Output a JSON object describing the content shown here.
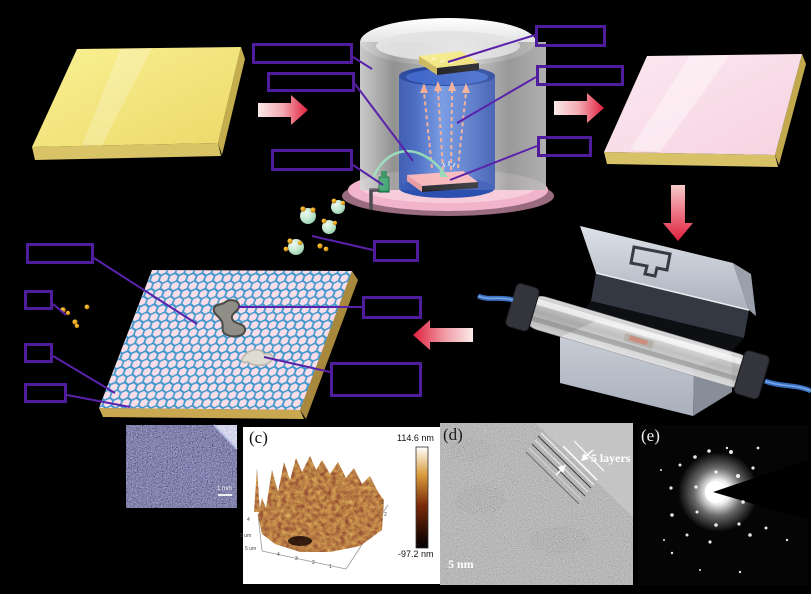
{
  "figure": {
    "kind": "graphene-synthesis-process-schematic",
    "colors": {
      "background": "#000000",
      "label_box_purple": "#4f1d9c",
      "leader_line_purple": "#5a22aa",
      "arrow_red": "#e01f3d",
      "yellow_substrate": "#f2e07a",
      "pink_film": "#f8dce8",
      "chamber_blue": "#3a63c8",
      "base_disc_pink": "#f1b4cb",
      "molecule_green": "#bfe6cc",
      "gold_particle": "#e0a01c",
      "lattice_blue": "#3f97cc",
      "furnace_gray": "#c3c8d2",
      "cable_blue": "#3a70c2"
    }
  },
  "label_boxes": [
    {
      "id": "chamber-left-1",
      "text": ""
    },
    {
      "id": "chamber-left-2",
      "text": ""
    },
    {
      "id": "chamber-left-3",
      "text": ""
    },
    {
      "id": "chamber-right-1",
      "text": ""
    },
    {
      "id": "chamber-right-2",
      "text": ""
    },
    {
      "id": "chamber-right-3",
      "text": ""
    },
    {
      "id": "lattice-top-left",
      "text": ""
    },
    {
      "id": "lattice-left-upper",
      "text": ""
    },
    {
      "id": "lattice-left-lower",
      "text": ""
    },
    {
      "id": "lattice-bottom-left",
      "text": ""
    },
    {
      "id": "molecule-label",
      "text": ""
    },
    {
      "id": "lattice-right",
      "text": ""
    },
    {
      "id": "lattice-bottom-right",
      "text": ""
    }
  ],
  "panels": {
    "optical": {
      "scale_label": "1 mm"
    },
    "afm": {
      "label": "(c)",
      "colorbar_max": "114.6 nm",
      "colorbar_min": "-97.2 nm",
      "ticks": {
        "b0": "5 um",
        "b1": "4",
        "b2": "3",
        "b3": "2",
        "b4": "1",
        "l0": "4",
        "l1": "5 um",
        "r0": "1",
        "r1": "2"
      }
    },
    "tem": {
      "label": "(d)",
      "annotation_chevron": ">",
      "annotation": "5 layers",
      "scale_label": "5 nm"
    },
    "saed": {
      "label": "(e)"
    }
  }
}
